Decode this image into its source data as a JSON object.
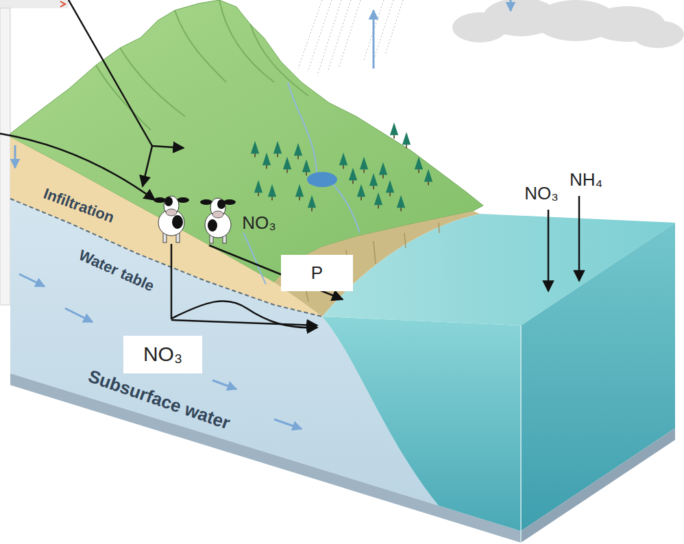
{
  "diagram": {
    "nodes": [
      {
        "text": [
          "P"
        ]
      },
      {
        "text": [
          "NO₃"
        ]
      }
    ],
    "labels": [
      "NH₄",
      "NO₃",
      "NO₃",
      "Infiltration",
      "Water table",
      "Subsurface water"
    ]
  }
}
